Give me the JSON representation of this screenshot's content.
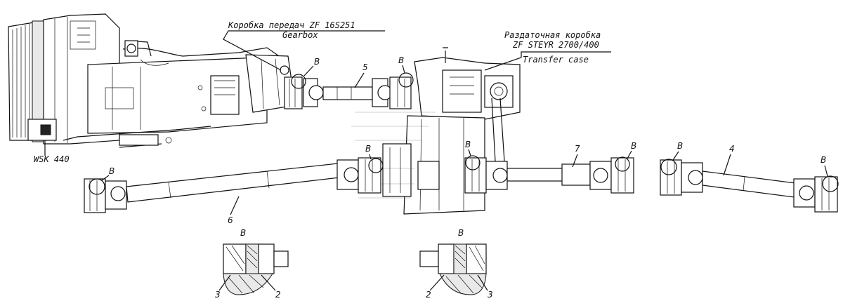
{
  "labels": {
    "gearbox_ru": "Коробка передач ZF 16S251",
    "gearbox_en": "Gearbox",
    "transfer_ru_1": "Раздаточная коробка",
    "transfer_ru_2": "ZF STEYR 2700/400",
    "transfer_en": "Transfer case",
    "retarder": "WSK 440"
  },
  "callouts": {
    "detail": "B",
    "shaft_front": "5",
    "shaft_rear_mid": "7",
    "shaft_long": "6",
    "shaft_rear": "4",
    "part_2": "2",
    "part_3": "3"
  },
  "colors": {
    "ink": "#111111",
    "paper": "#ffffff"
  }
}
